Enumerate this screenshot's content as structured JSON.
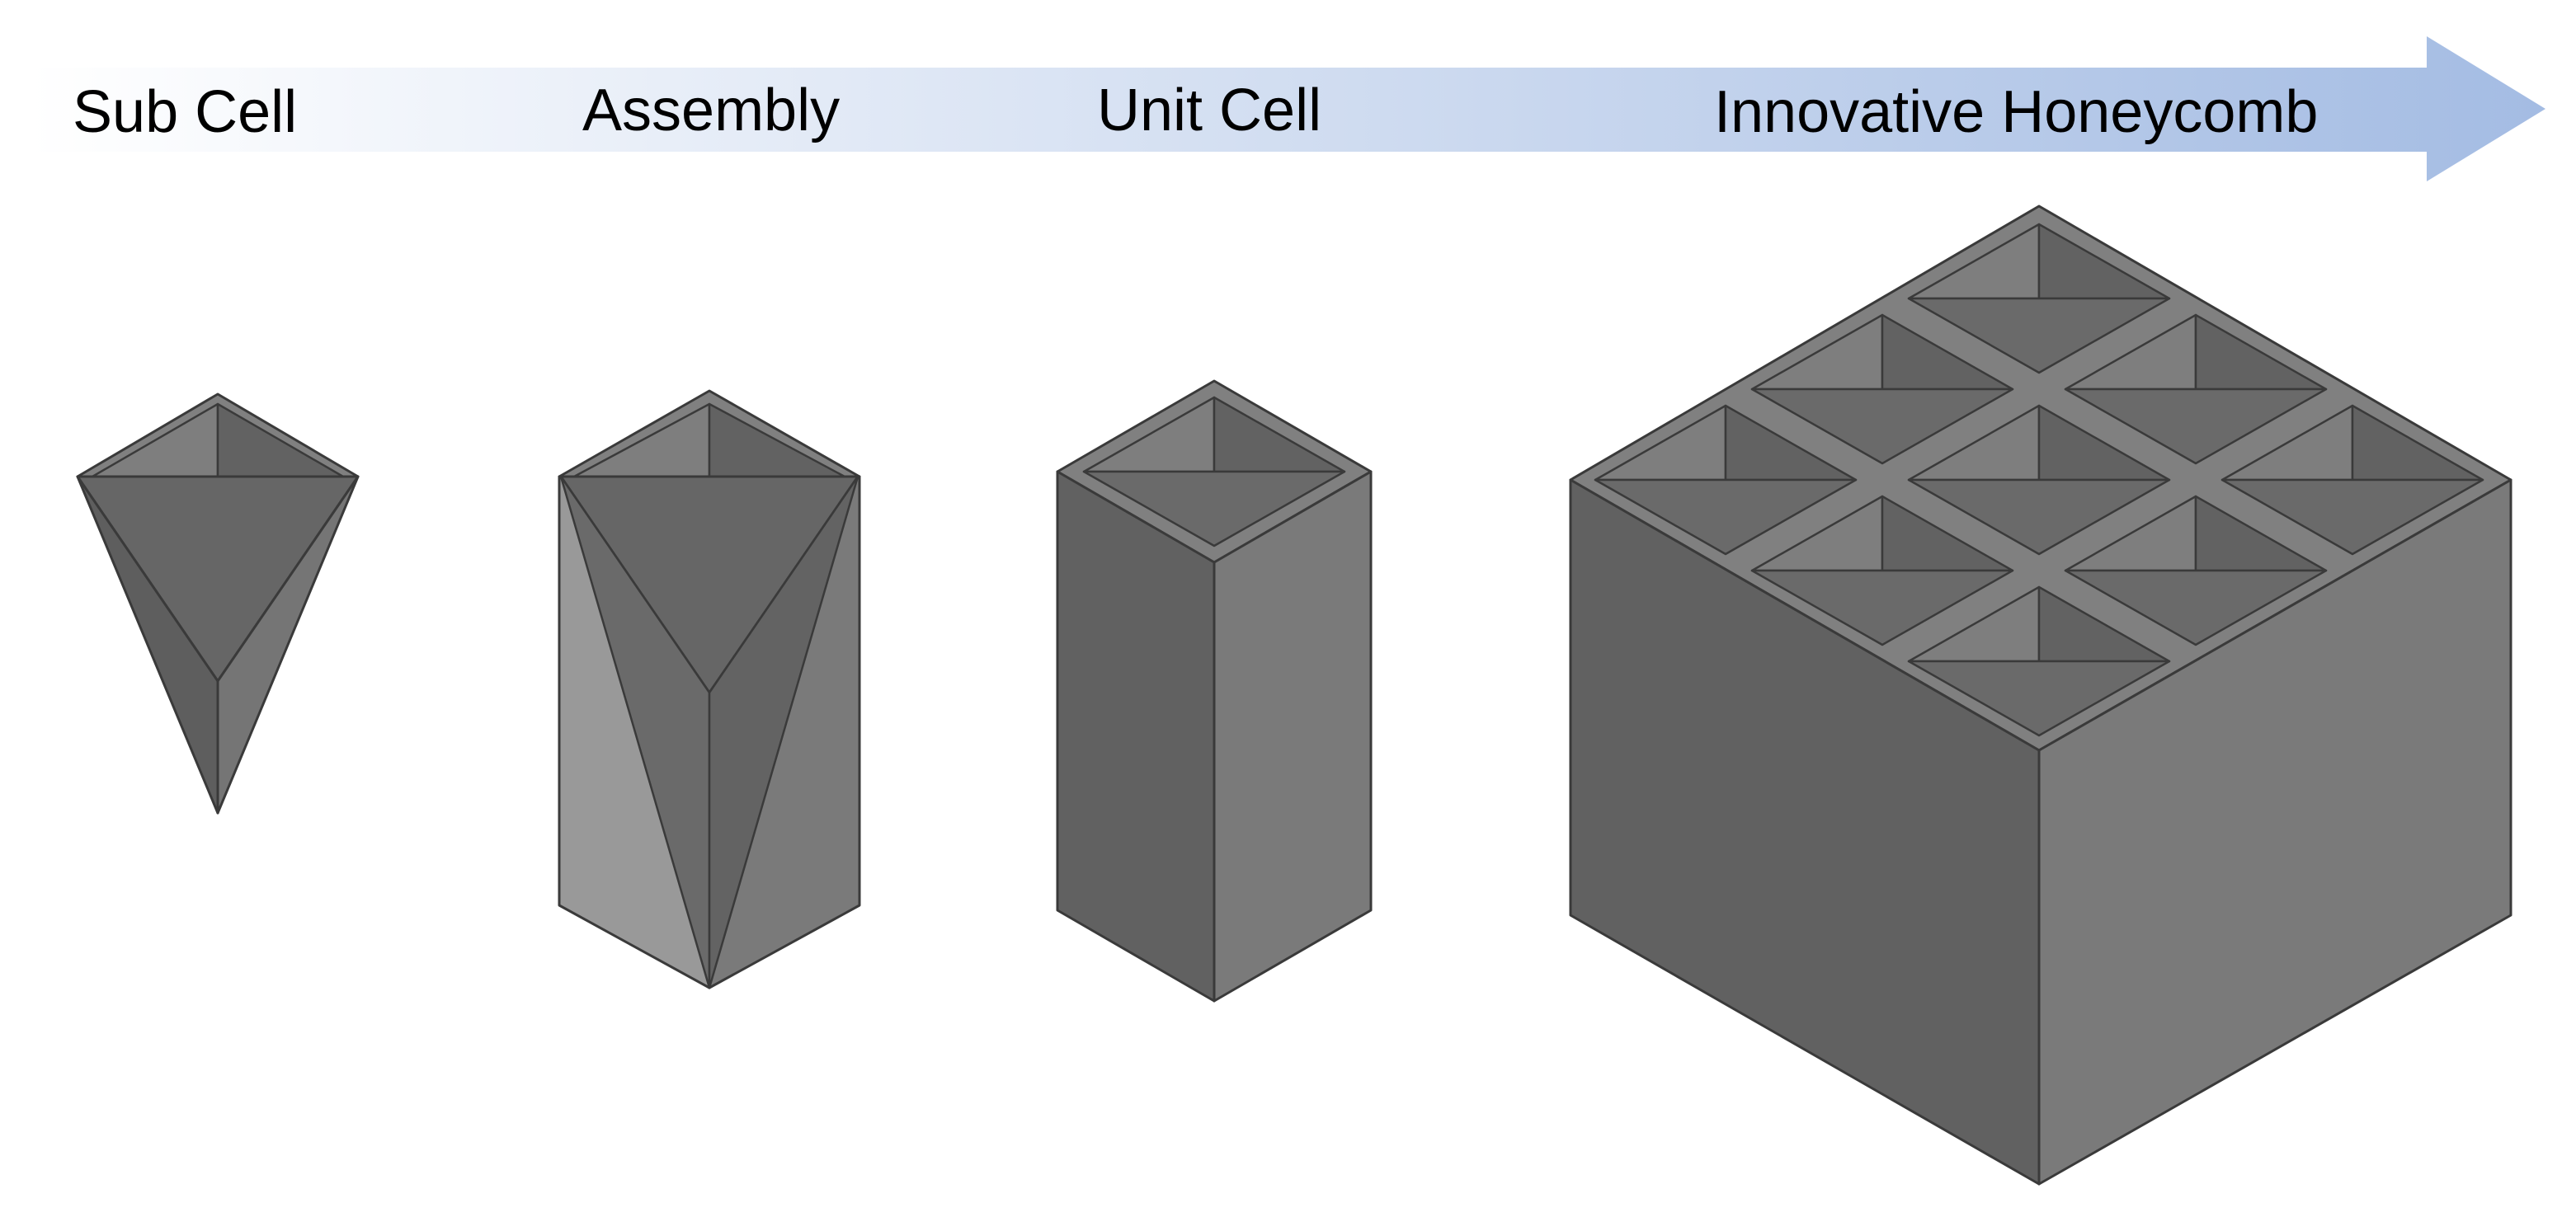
{
  "process_arrow": {
    "stages": [
      "Sub Cell",
      "Assembly",
      "Unit Cell",
      "Innovative Honeycomb"
    ],
    "gradient_start": "#ffffff",
    "gradient_end": "#a4bce3"
  },
  "shading": {
    "rim": "#808080",
    "inner_light": "#7e7e7e",
    "inner_dark": "#626262",
    "wall_light": "#999999",
    "wall_mid": "#7a7a7a",
    "wall_dark": "#616161",
    "edge": "#3a3a3a"
  }
}
